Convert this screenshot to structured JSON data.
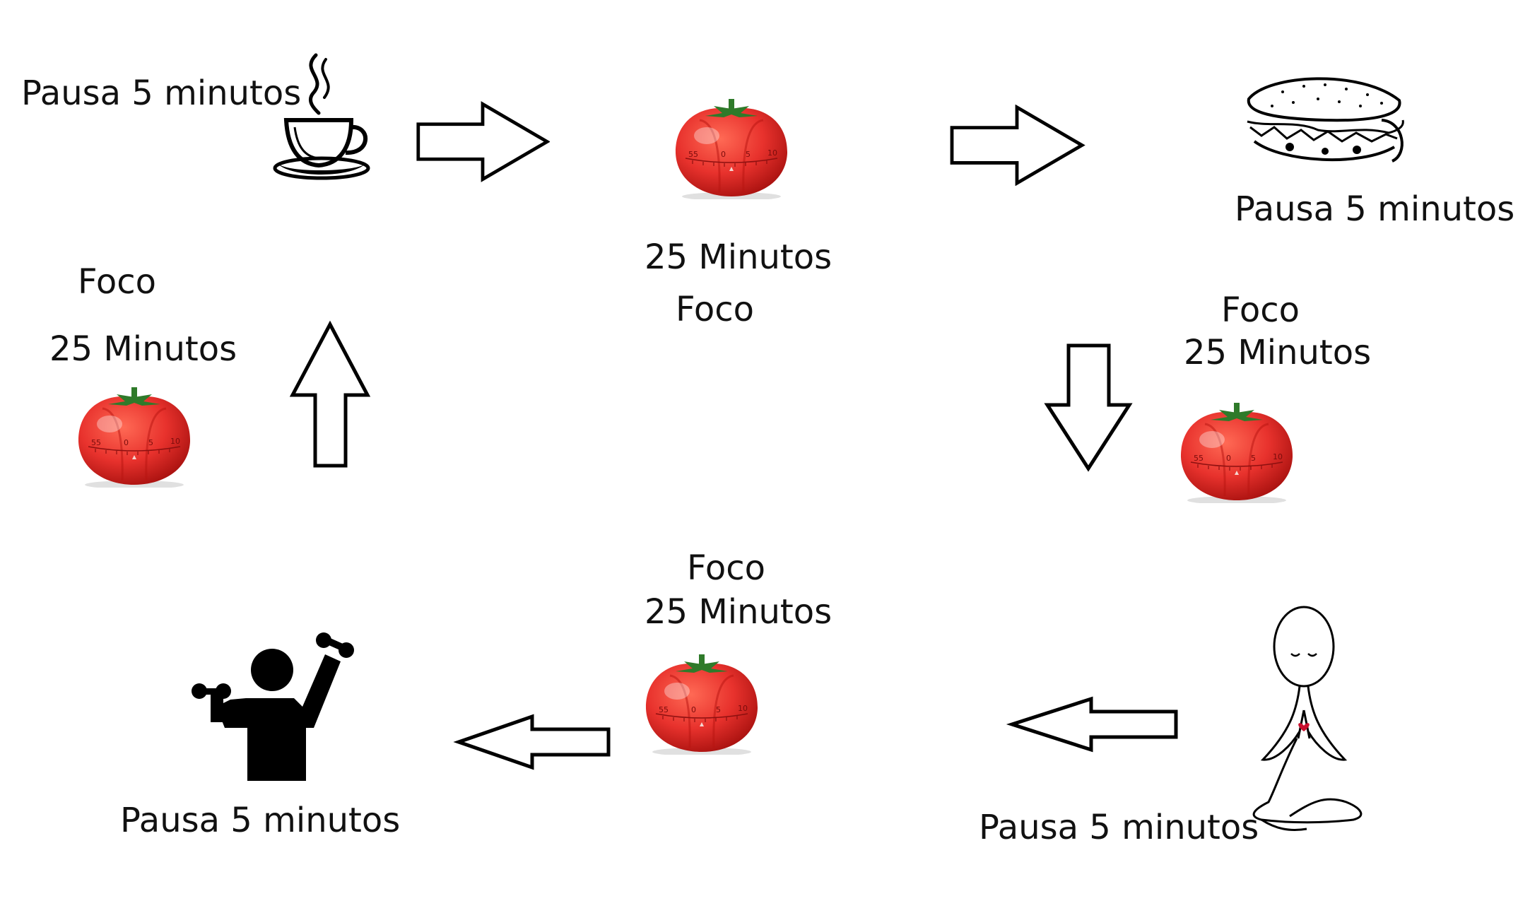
{
  "labels": {
    "break_top_left": "Pausa 5 minutos",
    "focus_left_a": "Foco",
    "focus_left_b": "25 Minutos",
    "focus_top_a": "25 Minutos",
    "focus_top_b": "Foco",
    "break_top_right": "Pausa 5 minutos",
    "focus_right_a": "Foco",
    "focus_right_b": "25 Minutos",
    "focus_bottom_a": "Foco",
    "focus_bottom_b": "25 Minutos",
    "break_bottom_right": "Pausa 5 minutos",
    "break_bottom_left": "Pausa 5 minutos"
  },
  "timer_dial": {
    "t55": "55",
    "t0": "0",
    "t5": "5",
    "t10": "10"
  },
  "icons": {
    "break_top_left": "coffee-cup-icon",
    "break_top_right": "sandwich-icon",
    "break_bottom_right": "meditation-icon",
    "break_bottom_left": "dumbbell-exercise-icon",
    "focus": "tomato-timer-icon"
  },
  "arrows": [
    "right",
    "right",
    "down",
    "left",
    "left",
    "up"
  ],
  "colors": {
    "tomato": "#e8322d",
    "leaf": "#2f7a2a",
    "ink": "#000000",
    "heart": "#c8102e"
  }
}
